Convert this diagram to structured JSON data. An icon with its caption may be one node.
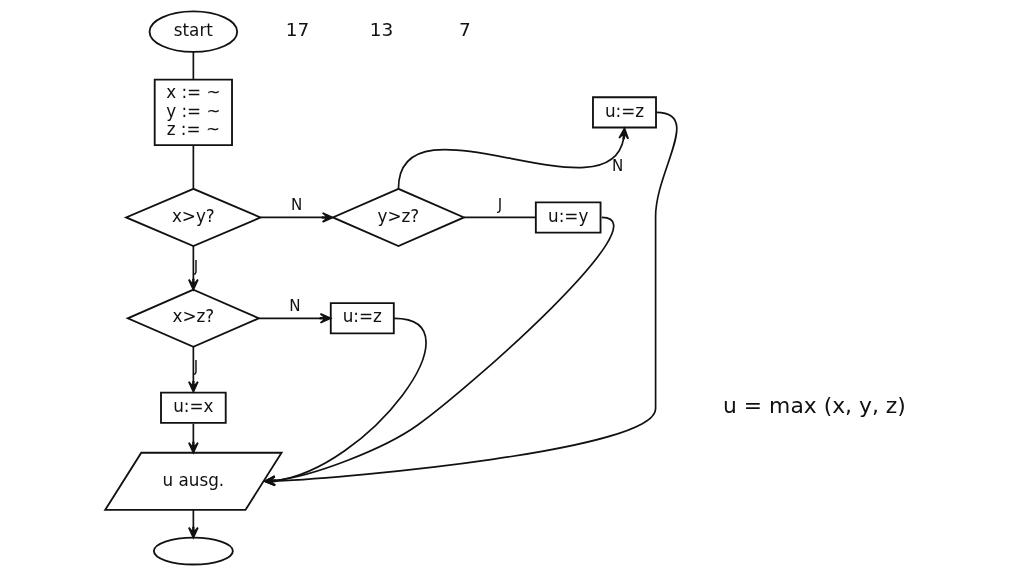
{
  "diagram": {
    "nodes": [
      {
        "text": [
          "start"
        ]
      },
      {
        "text": [
          "x := ~",
          "y := ~",
          "z := ~"
        ]
      },
      {
        "text": [
          "x>y?"
        ]
      },
      {
        "text": [
          "y>z?"
        ]
      },
      {
        "text": [
          "u:=z"
        ]
      },
      {
        "text": [
          "u:=y"
        ]
      },
      {
        "text": [
          "x>z?"
        ]
      },
      {
        "text": [
          "u:=z"
        ]
      },
      {
        "text": [
          "u:=x"
        ]
      },
      {
        "text": [
          "u ausg."
        ]
      },
      {
        "text": [],
        "shape": "ellipse"
      }
    ],
    "edges": [
      {
        "from": 0,
        "to": 1,
        "arrow": "none"
      },
      {
        "from": 1,
        "to": 2,
        "arrow": "none"
      },
      {
        "from": 2,
        "to": 3,
        "arrow": "to",
        "label": "N"
      },
      {
        "from": 2,
        "to": 6,
        "arrow": "to",
        "label": "J"
      },
      {
        "from": 3,
        "to": 4,
        "arrow": "to",
        "label": "N"
      },
      {
        "from": 3,
        "to": 5,
        "arrow": "none",
        "label": "J"
      },
      {
        "from": 6,
        "to": 7,
        "arrow": "to",
        "label": "N"
      },
      {
        "from": 6,
        "to": 8,
        "arrow": "to",
        "label": "J"
      },
      {
        "from": 8,
        "to": 9,
        "arrow": "to"
      },
      {
        "from": 4,
        "to": 9,
        "arrow": "to"
      },
      {
        "from": 5,
        "to": 9,
        "arrow": "to"
      },
      {
        "from": 7,
        "to": 9,
        "arrow": "to"
      },
      {
        "from": 9,
        "to": 10,
        "arrow": "to"
      }
    ],
    "labels": [
      "17",
      "13",
      "7",
      "u = max (x, y, z)"
    ]
  }
}
